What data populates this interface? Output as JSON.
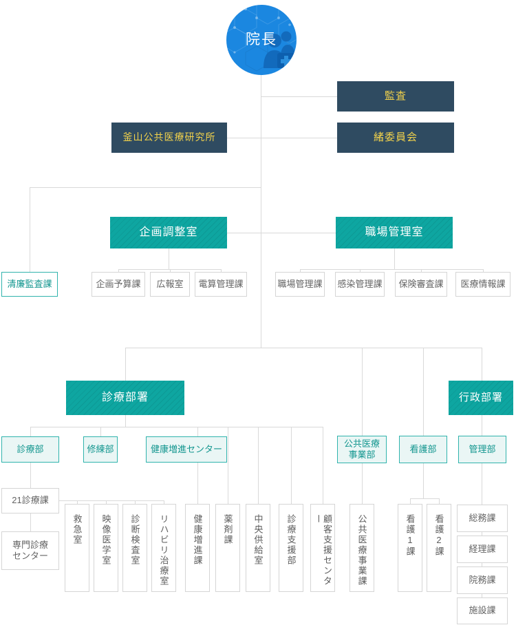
{
  "org": {
    "director": "院長",
    "audit": "監査",
    "research_institute": "釜山公共医療研究所",
    "committees": "緒委員会",
    "planning_office": "企画調整室",
    "workplace_office": "職場管理室",
    "integrity_section": "清廉監査課",
    "planning_sections": [
      "企画予算課",
      "広報室",
      "電算管理課"
    ],
    "workplace_sections": [
      "職場管理課",
      "感染管理課",
      "保険審査課",
      "医療情報課"
    ],
    "medical_division": "診療部署",
    "admin_division": "行政部署",
    "medical_dept": "診療部",
    "training_dept": "修練部",
    "health_promotion_center": "健康増進センター",
    "public_medical_dept": "公共医療事業部",
    "nursing_dept": "看護部",
    "management_dept": "管理部",
    "clinic_21": "21診療課",
    "specialty_clinic_center": "専門診療センター",
    "medical_units": [
      "救急室",
      "映像医学室",
      "診断検査室",
      "リハビリ治療室",
      "健康増進課",
      "薬剤課",
      "中央供給室",
      "診療支援部",
      "顧客支援センター",
      "公共医療事業課",
      "看護1課",
      "看護2課"
    ],
    "management_sections": [
      "総務課",
      "経理課",
      "院務課",
      "施設課"
    ]
  },
  "palette": {
    "node_dark": "#2f4b61",
    "node_dark_text": "#f2d24b",
    "node_teal": "#0ea6a1",
    "node_teal_light_bg": "#eaf6f5",
    "node_teal_light_border": "#2fb3ac",
    "node_teal_light_text": "#13968f",
    "node_gray_border": "#d5d5d5",
    "node_gray_text": "#646464",
    "connector": "#d9d9d9",
    "director_blue": "#1b87e0"
  }
}
